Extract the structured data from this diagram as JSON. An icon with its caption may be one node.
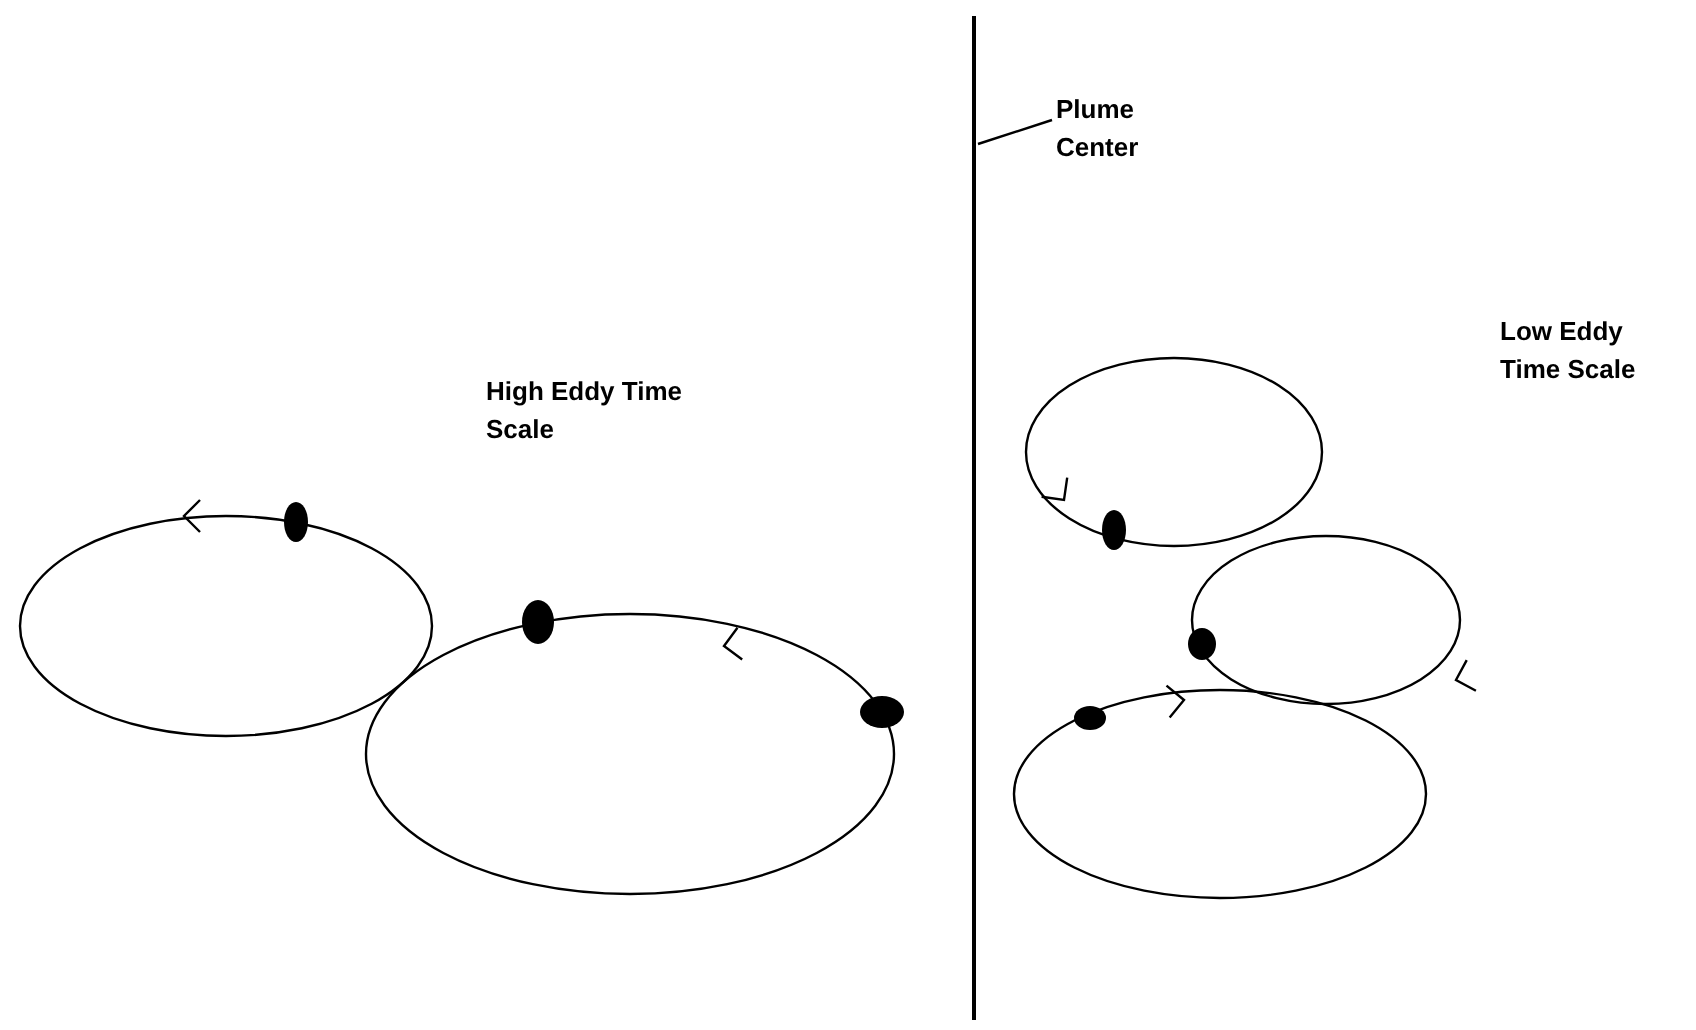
{
  "diagram": {
    "nodes": [
      {
        "text": [
          "Plume Center"
        ]
      },
      {
        "text": [],
        "shape": "bar"
      }
    ],
    "edges": [
      {
        "from": 0,
        "to": 1,
        "arrow": "none"
      }
    ],
    "labels": [
      "High Eddy Time Scale",
      "Low Eddy Time Scale"
    ]
  }
}
